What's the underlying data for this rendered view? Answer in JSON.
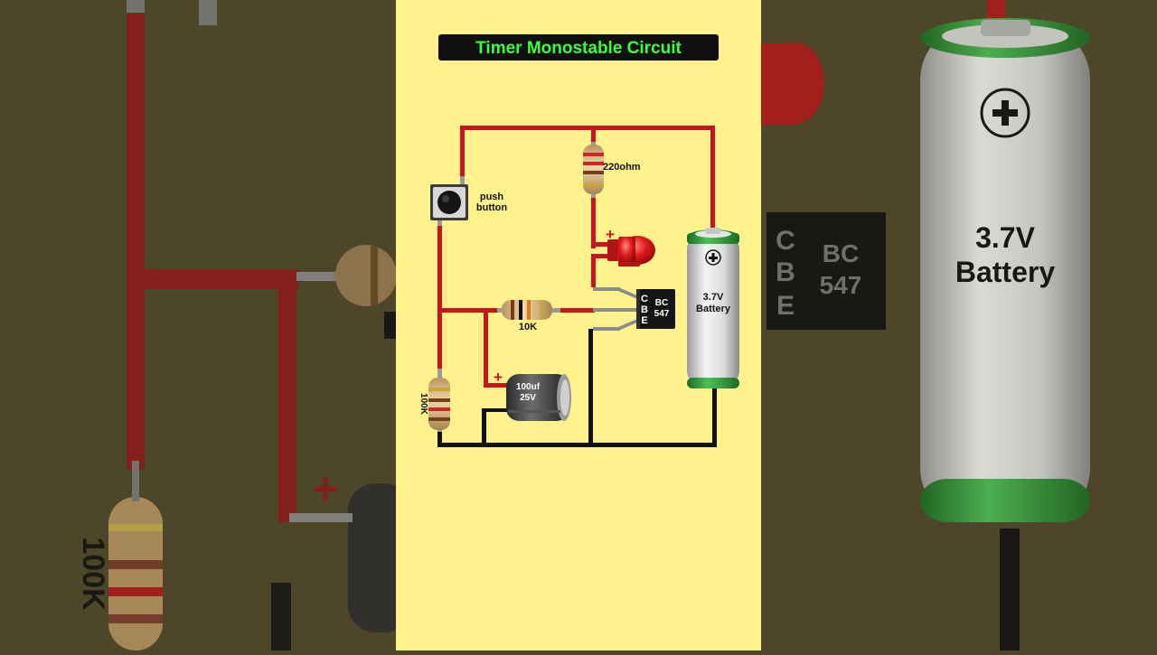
{
  "title": "Timer Monostable Circuit",
  "labels": {
    "push_button": [
      "push",
      "button"
    ],
    "r220": "220ohm",
    "r10k": "10K",
    "r100k": "100K",
    "cap": [
      "100uf",
      "25V"
    ],
    "transistor_pins": [
      "C",
      "B",
      "E"
    ],
    "transistor_name": [
      "BC",
      "547"
    ],
    "battery": [
      "3.7V",
      "Battery"
    ],
    "plus": "+"
  },
  "colors": {
    "panel_bg": "#fff18c",
    "side_bg": "#4d4629",
    "wire_positive": "#c8141e",
    "wire_negative": "#111111",
    "title_text": "#39ff3a",
    "title_bg": "#111111",
    "led": "#e01b1b",
    "battery_band": "#2f9a3a"
  }
}
